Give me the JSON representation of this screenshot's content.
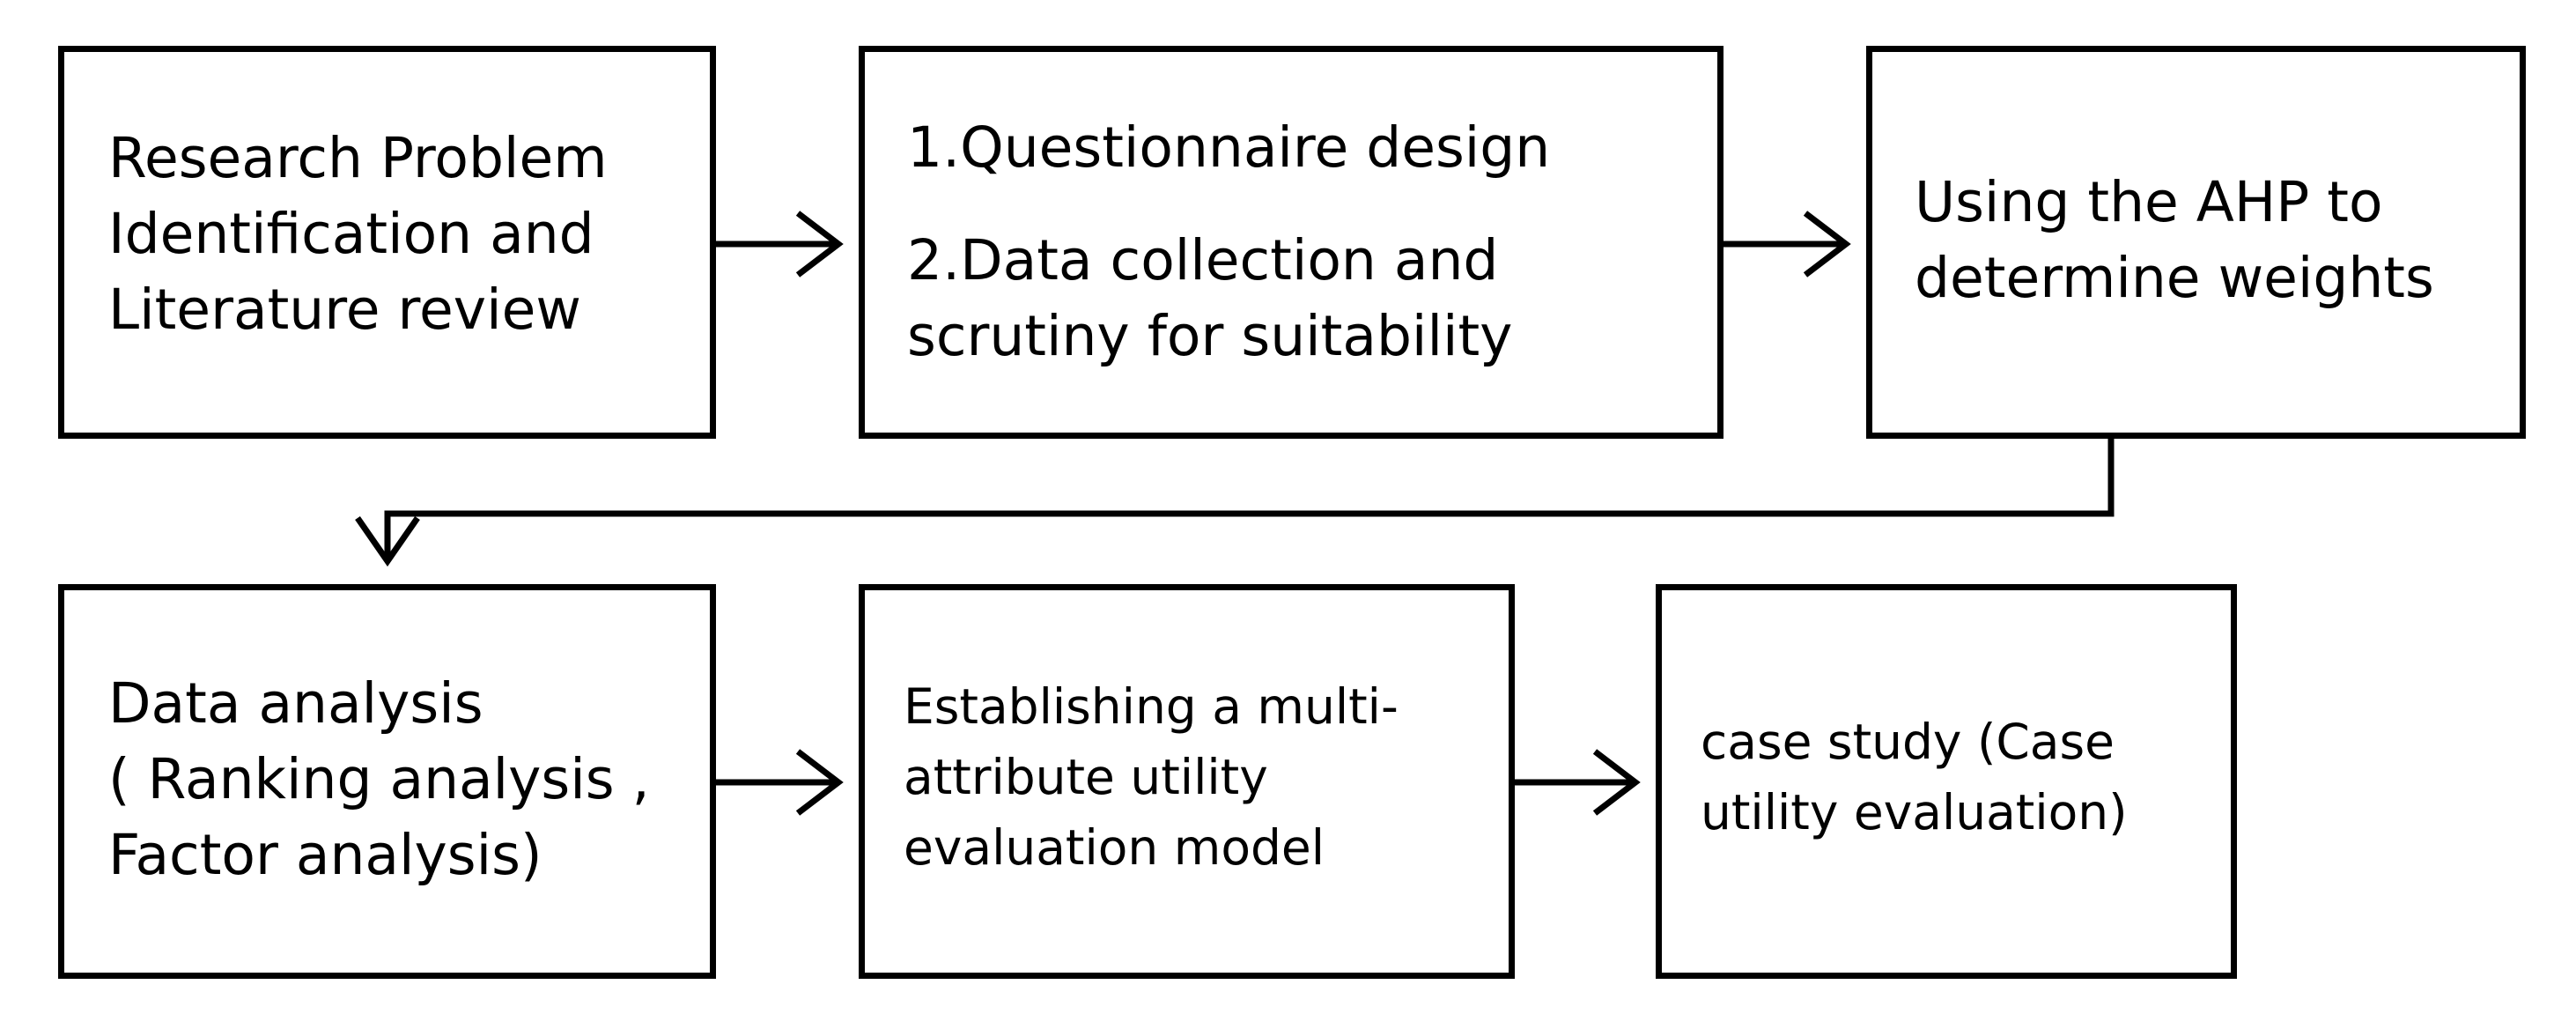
{
  "steps": {
    "research": {
      "line1": "Research Problem",
      "line2": "Identification and",
      "line3": "Literature review"
    },
    "questionnaire": {
      "item1": "1.Questionnaire design",
      "item2_line1": "2.Data collection and",
      "item2_line2": "scrutiny for suitability"
    },
    "ahp": {
      "line1": "Using the AHP to",
      "line2": "determine weights"
    },
    "analysis": {
      "line1": "Data analysis",
      "line2": "( Ranking analysis ,",
      "line3": "Factor analysis)"
    },
    "model": {
      "line1": "Establishing a multi-",
      "line2": "attribute utility",
      "line3": "evaluation model"
    },
    "case_study": {
      "line1": "case study (Case",
      "line2": "utility evaluation)"
    }
  }
}
